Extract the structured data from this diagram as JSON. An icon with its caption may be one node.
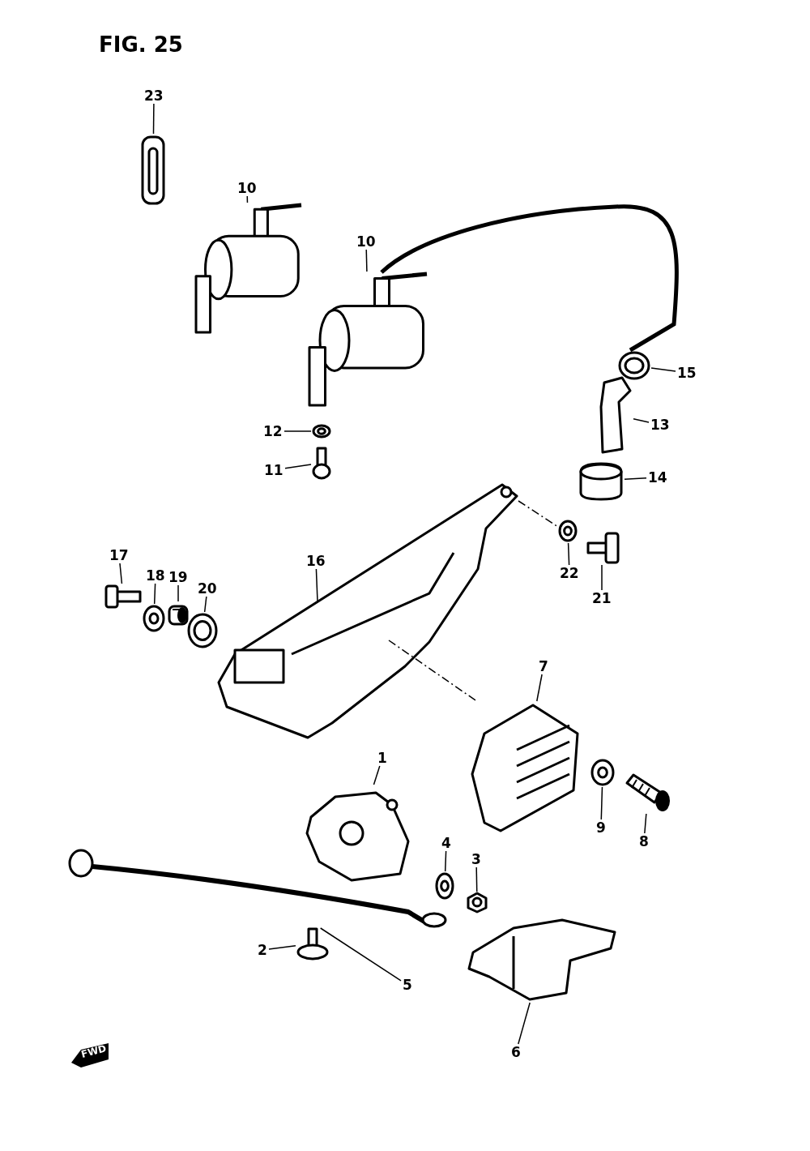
{
  "diagram": {
    "title": "FIG. 25",
    "nodes": [
      {
        "text": [
          "23"
        ]
      },
      {
        "text": [],
        "shape": "picture"
      },
      {
        "text": [
          "10"
        ]
      },
      {
        "text": [],
        "shape": "picture"
      },
      {
        "text": [
          "10"
        ]
      },
      {
        "text": [],
        "shape": "picture"
      },
      {
        "text": [
          "15"
        ]
      },
      {
        "text": [],
        "shape": "picture"
      },
      {
        "text": [
          "13"
        ]
      },
      {
        "text": [],
        "shape": "picture"
      },
      {
        "text": [
          "14"
        ]
      },
      {
        "text": [],
        "shape": "picture"
      },
      {
        "text": [
          "12"
        ]
      },
      {
        "text": [],
        "shape": "picture"
      },
      {
        "text": [
          "11"
        ]
      },
      {
        "text": [],
        "shape": "picture"
      },
      {
        "text": [
          "17"
        ]
      },
      {
        "text": [],
        "shape": "picture"
      },
      {
        "text": [
          "18"
        ]
      },
      {
        "text": [],
        "shape": "picture"
      },
      {
        "text": [
          "19"
        ]
      },
      {
        "text": [],
        "shape": "picture"
      },
      {
        "text": [
          "20"
        ]
      },
      {
        "text": [],
        "shape": "picture"
      },
      {
        "text": [
          "16"
        ]
      },
      {
        "text": [],
        "shape": "picture"
      },
      {
        "text": [
          "22"
        ]
      },
      {
        "text": [],
        "shape": "picture"
      },
      {
        "text": [
          "21"
        ]
      },
      {
        "text": [],
        "shape": "picture"
      },
      {
        "text": [
          "7"
        ]
      },
      {
        "text": [],
        "shape": "picture"
      },
      {
        "text": [
          "1"
        ]
      },
      {
        "text": [],
        "shape": "picture"
      },
      {
        "text": [
          "9"
        ]
      },
      {
        "text": [],
        "shape": "picture"
      },
      {
        "text": [
          "8"
        ]
      },
      {
        "text": [],
        "shape": "picture"
      },
      {
        "text": [
          "4"
        ]
      },
      {
        "text": [],
        "shape": "picture"
      },
      {
        "text": [
          "3"
        ]
      },
      {
        "text": [],
        "shape": "picture"
      },
      {
        "text": [
          "2"
        ]
      },
      {
        "text": [],
        "shape": "picture"
      },
      {
        "text": [
          "5"
        ]
      },
      {
        "text": [],
        "shape": "picture"
      },
      {
        "text": [
          "6"
        ]
      },
      {
        "text": [],
        "shape": "picture"
      }
    ],
    "edges": [
      {
        "from": 0,
        "to": 1,
        "arrow": "none"
      },
      {
        "from": 2,
        "to": 3,
        "arrow": "none"
      },
      {
        "from": 4,
        "to": 5,
        "arrow": "none"
      },
      {
        "from": 6,
        "to": 7,
        "arrow": "none"
      },
      {
        "from": 8,
        "to": 9,
        "arrow": "none"
      },
      {
        "from": 10,
        "to": 11,
        "arrow": "none"
      },
      {
        "from": 12,
        "to": 13,
        "arrow": "none"
      },
      {
        "from": 14,
        "to": 15,
        "arrow": "none"
      },
      {
        "from": 16,
        "to": 17,
        "arrow": "none"
      },
      {
        "from": 18,
        "to": 19,
        "arrow": "none"
      },
      {
        "from": 20,
        "to": 21,
        "arrow": "none"
      },
      {
        "from": 22,
        "to": 23,
        "arrow": "none"
      },
      {
        "from": 24,
        "to": 25,
        "arrow": "none"
      },
      {
        "from": 26,
        "to": 27,
        "arrow": "none"
      },
      {
        "from": 28,
        "to": 29,
        "arrow": "none"
      },
      {
        "from": 30,
        "to": 31,
        "arrow": "none"
      },
      {
        "from": 32,
        "to": 33,
        "arrow": "none"
      },
      {
        "from": 34,
        "to": 35,
        "arrow": "none"
      },
      {
        "from": 36,
        "to": 37,
        "arrow": "none"
      },
      {
        "from": 38,
        "to": 39,
        "arrow": "none"
      },
      {
        "from": 40,
        "to": 41,
        "arrow": "none"
      },
      {
        "from": 42,
        "to": 43,
        "arrow": "none"
      },
      {
        "from": 44,
        "to": 45,
        "arrow": "none"
      },
      {
        "from": 46,
        "to": 47,
        "arrow": "none"
      },
      {
        "from": 25,
        "to": 27,
        "arrow": "none",
        "style": "dashed"
      },
      {
        "from": 25,
        "to": 31,
        "arrow": "none",
        "style": "dashed"
      },
      {
        "from": 5,
        "to": 7,
        "arrow": "none",
        "style": "thick"
      }
    ],
    "labels": [
      "FWD"
    ]
  }
}
